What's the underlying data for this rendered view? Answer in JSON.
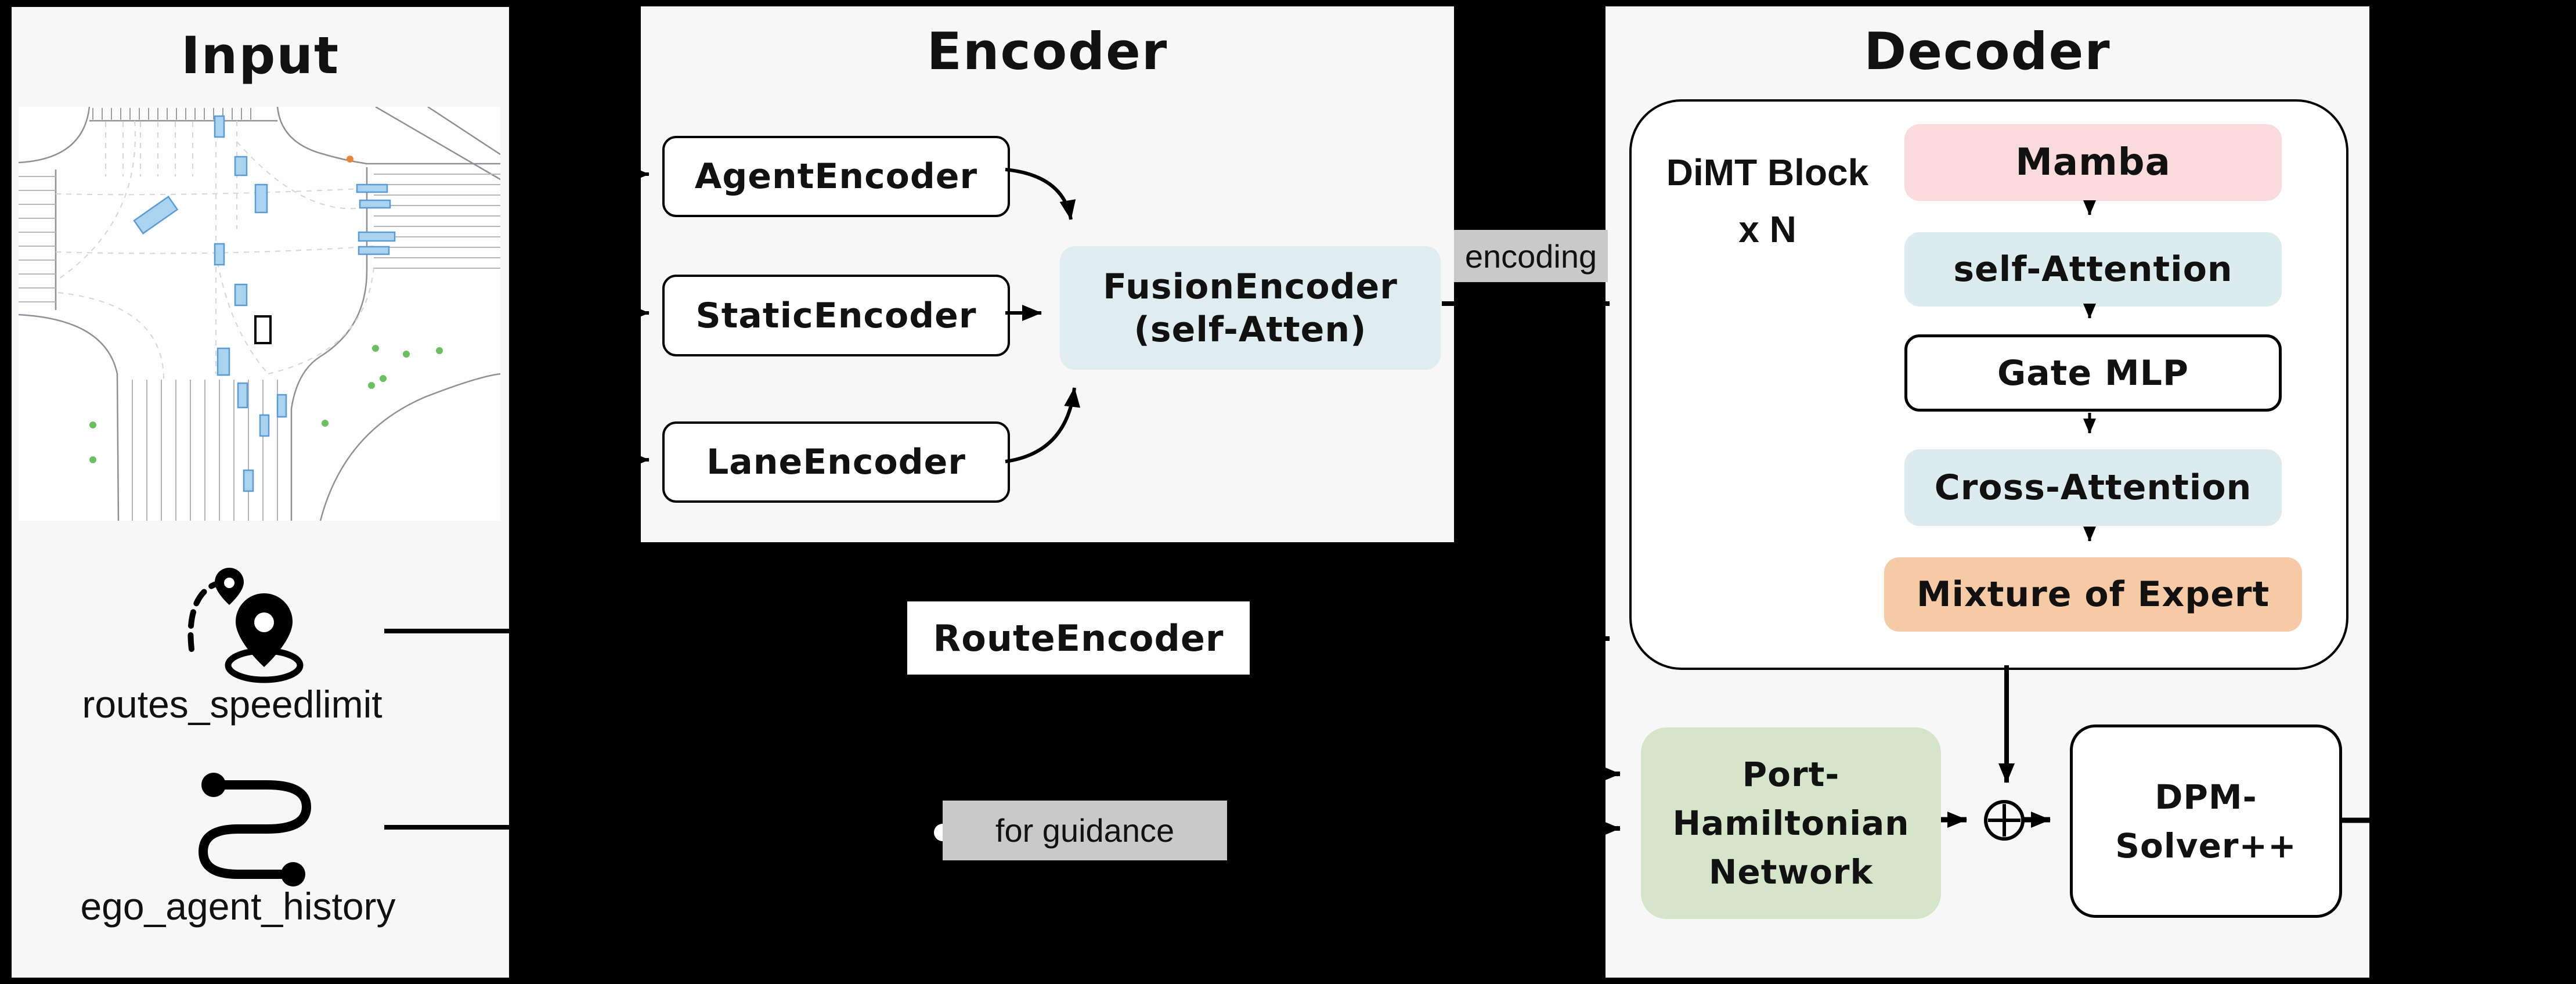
{
  "colors": {
    "canvas-bg": "#000000",
    "panel-bg": "#f7f7f8",
    "box-white": "#ffffff",
    "fusion-blue": "#dfedf0",
    "attention-blue": "#dcebf0",
    "mamba-pink": "#fadbdb",
    "moe-orange": "#f6caa4",
    "phn-green": "#d4e5c9",
    "label-gray": "#c9c9c9",
    "ink": "#111111",
    "road-gray": "#8f8f96",
    "lane-dash-gray": "#d5d5da",
    "vehicle-blue-fill": "#a9d3ee",
    "vehicle-blue-stroke": "#5b9bd5",
    "pedestrian-green": "#6abf5e",
    "pedestrian-orange": "#e8853d"
  },
  "panels": {
    "input": {
      "title": "Input",
      "routes_label": "routes_speedlimit",
      "ego_label": "ego_agent_history"
    },
    "encoder": {
      "title": "Encoder",
      "agent": "AgentEncoder",
      "static": "StaticEncoder",
      "lane": "LaneEncoder",
      "fusion_line1": "FusionEncoder",
      "fusion_line2": "(self-Atten)",
      "encoding_label": "encoding",
      "route": "RouteEncoder",
      "guidance_label": "for guidance"
    },
    "decoder": {
      "title": "Decoder",
      "dimt_line1": "DiMT Block",
      "dimt_line2": "x N",
      "mamba": "Mamba",
      "self_attention": "self-Attention",
      "gate_mlp": "Gate MLP",
      "cross_attention": "Cross-Attention",
      "moe": "Mixture of Expert",
      "phn_line1": "Port-",
      "phn_line2": "Hamiltonian",
      "phn_line3": "Network",
      "dpm_line1": "DPM-",
      "dpm_line2": "Solver++"
    }
  },
  "icons": [
    {
      "name": "routes-speedlimit-icon",
      "glyph": "dashed-route-with-map-pins"
    },
    {
      "name": "ego-history-icon",
      "glyph": "s-curve-path-with-endpoint-dots"
    },
    {
      "name": "sum-icon",
      "glyph": "circled-plus"
    },
    {
      "name": "map-icon",
      "glyph": "intersection-scene-with-vehicles"
    }
  ]
}
